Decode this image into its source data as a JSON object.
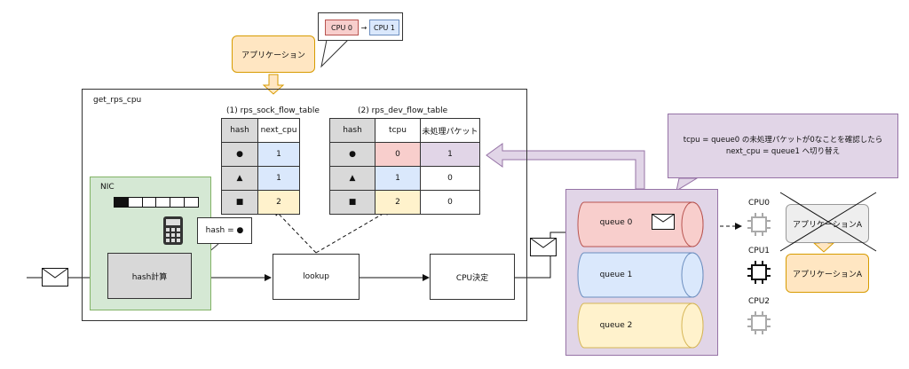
{
  "callout_cpu": {
    "from": "CPU 0",
    "arrow": "→",
    "to": "CPU 1"
  },
  "application_top": "アプリケーション",
  "container_label": "get_rps_cpu",
  "nic_label": "NIC",
  "hash_node": "hash計算",
  "hash_callout": "hash = ●",
  "lookup_node": "lookup",
  "cpu_decide_node": "CPU決定",
  "sock_table": {
    "title": "(1) rps_sock_flow_table",
    "headers": [
      "hash",
      "next_cpu"
    ],
    "rows": [
      [
        "●",
        "1"
      ],
      [
        "▲",
        "1"
      ],
      [
        "■",
        "2"
      ]
    ]
  },
  "dev_table": {
    "title": "(2) rps_dev_flow_table",
    "headers": [
      "hash",
      "tcpu",
      "未処理パケット"
    ],
    "rows": [
      [
        "●",
        "0",
        "1"
      ],
      [
        "▲",
        "1",
        "0"
      ],
      [
        "■",
        "2",
        "0"
      ]
    ]
  },
  "note": {
    "line1": "tcpu = queue0 の未処理パケットが0なことを確認したら",
    "line2": "next_cpu = queue1 へ切り替え"
  },
  "queues": [
    "queue 0",
    "queue 1",
    "queue 2"
  ],
  "cpus": [
    "CPU0",
    "CPU1",
    "CPU2"
  ],
  "app_a_crossed": "アプリケーションA",
  "app_a": "アプリケーションA",
  "colors": {
    "orange": "#ffe6c2",
    "purple": "#e1d5e7",
    "green": "#d5e8d4",
    "red": "#f8cecc",
    "blue": "#dae8fc",
    "yellow": "#fff2cc"
  }
}
